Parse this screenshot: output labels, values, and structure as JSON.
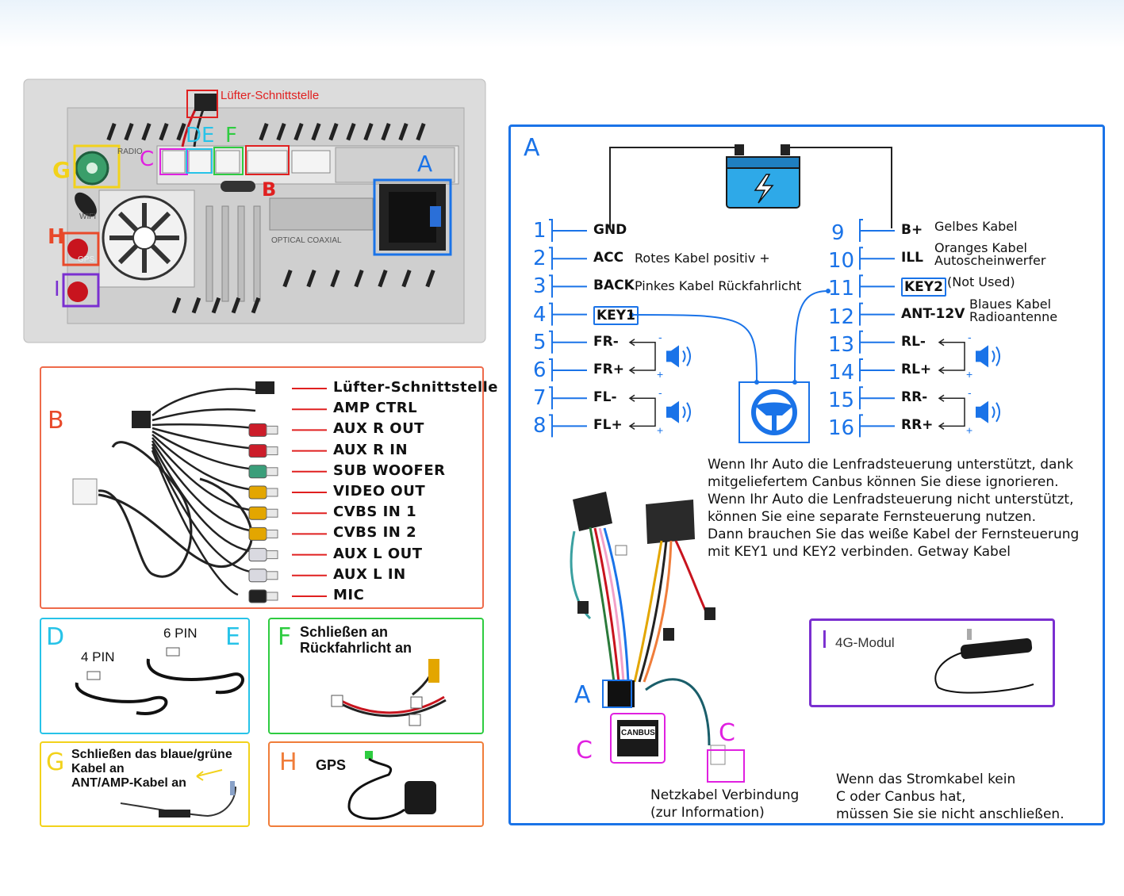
{
  "top_photo": {
    "fan_label": "Lüfter-Schnittstelle",
    "markers": {
      "A": "A",
      "B": "B",
      "C": "C",
      "D": "D",
      "E": "E",
      "F": "F",
      "G": "G",
      "H": "H",
      "I": "I"
    },
    "small_labels": {
      "radio": "RADIO",
      "wifi": "WIFI",
      "gps": "GPS",
      "optical": "OPTICAL  COAXIAL"
    }
  },
  "panel_b": {
    "letter": "B",
    "items": [
      "Lüfter-Schnittstelle",
      "AMP CTRL",
      "AUX  R  OUT",
      "AUX  R  IN",
      "SUB  WOOFER",
      "VIDEO  OUT",
      "CVBS IN 1",
      "CVBS IN 2",
      "AUX  L  OUT",
      "AUX  L  IN",
      "MIC"
    ],
    "plug_colors": [
      "#222222",
      "#222222",
      "#cc1d2a",
      "#cc1d2a",
      "#3a9e7a",
      "#e3a600",
      "#e3a600",
      "#e3a600",
      "#d9d9e0",
      "#d9d9e0",
      "#222222"
    ]
  },
  "panel_de": {
    "letter_d": "D",
    "letter_e": "E",
    "pin4": "4 PIN",
    "pin6": "6 PIN"
  },
  "panel_f": {
    "letter": "F",
    "line1": "Schließen an",
    "line2": "Rückfahrlicht an"
  },
  "panel_g": {
    "letter": "G",
    "line1": "Schließen das blaue/grüne",
    "line2": "Kabel an",
    "line3": "ANT/AMP-Kabel an"
  },
  "panel_h": {
    "letter": "H",
    "label": "GPS"
  },
  "panel_a": {
    "letter": "A",
    "battery": {
      "minus": "-",
      "plus": "+"
    },
    "left_pins": [
      {
        "num": "1",
        "name": "GND",
        "desc": ""
      },
      {
        "num": "2",
        "name": "ACC",
        "desc": "Rotes Kabel positiv +"
      },
      {
        "num": "3",
        "name": "BACK",
        "desc": "Pinkes Kabel Rückfahrlicht"
      },
      {
        "num": "4",
        "name": "KEY1",
        "desc": ""
      },
      {
        "num": "5",
        "name": "FR-",
        "desc": ""
      },
      {
        "num": "6",
        "name": "FR+",
        "desc": ""
      },
      {
        "num": "7",
        "name": "FL-",
        "desc": ""
      },
      {
        "num": "8",
        "name": "FL+",
        "desc": ""
      }
    ],
    "right_pins": [
      {
        "num": "9",
        "name": "B+",
        "desc1": "Gelbes Kabel",
        "desc2": ""
      },
      {
        "num": "10",
        "name": "ILL",
        "desc1": "Oranges Kabel",
        "desc2": "Autoscheinwerfer"
      },
      {
        "num": "11",
        "name": "KEY2",
        "desc1": "(Not Used)",
        "desc2": ""
      },
      {
        "num": "12",
        "name": "ANT-12V",
        "desc1": "Blaues Kabel",
        "desc2": "Radioantenne"
      },
      {
        "num": "13",
        "name": "RL-",
        "desc1": "",
        "desc2": ""
      },
      {
        "num": "14",
        "name": "RL+",
        "desc1": "",
        "desc2": ""
      },
      {
        "num": "15",
        "name": "RR-",
        "desc1": "",
        "desc2": ""
      },
      {
        "num": "16",
        "name": "RR+",
        "desc1": "",
        "desc2": ""
      }
    ],
    "speaker_minus": "-",
    "speaker_plus": "+",
    "paragraph": [
      "Wenn Ihr Auto die Lenfradsteuerung unterstützt, dank",
      "mitgeliefertem Canbus können Sie diese ignorieren.",
      "Wenn Ihr Auto die Lenfradsteuerung nicht unterstützt,",
      "können Sie eine separate Fernsteuerung nutzen.",
      "Dann brauchen Sie das weiße Kabel der Fernsteuerung",
      "mit KEY1 und KEY2 verbinden. Getway Kabel"
    ],
    "harness_labels": {
      "a": "A",
      "c_left": "C",
      "c_right": "C",
      "canbus": "CANBUS"
    },
    "netzkabel": [
      "Netzkabel Verbindung",
      "(zur Information)"
    ],
    "note": [
      "Wenn das Stromkabel kein",
      "C oder Canbus hat,",
      "müssen Sie sie nicht anschließen."
    ]
  },
  "panel_i": {
    "letter": "I",
    "label": "4G-Modul"
  },
  "colors": {
    "blue": "#1a73e8",
    "red": "#e8492a",
    "orange": "#f07d3a",
    "cyan": "#27c3e8",
    "green": "#2ecc40",
    "yellow": "#f2d21b",
    "purple": "#7a2fd0",
    "magenta": "#e020e0",
    "panel_b_border": "#ee6a4a"
  }
}
